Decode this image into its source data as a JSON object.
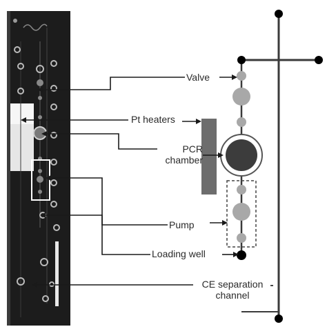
{
  "labels": {
    "valve": "Valve",
    "pt_heaters": "Pt heaters",
    "pcr_chamber_line1": "PCR",
    "pcr_chamber_line2": "chamber",
    "pump": "Pump",
    "loading_well": "Loading well",
    "ce_line1": "CE separation",
    "ce_line2": "channel"
  },
  "colors": {
    "chip_background": "#1c1c1c",
    "channel": "#3a3a3a",
    "valve_fill": "#a8a8a8",
    "heater_fill": "#6d6d6d",
    "pcr_fill": "#3c3c3c",
    "well_fill": "#000000",
    "highlight_box": "#ffffff",
    "leader_line": "#1a1a1a"
  }
}
